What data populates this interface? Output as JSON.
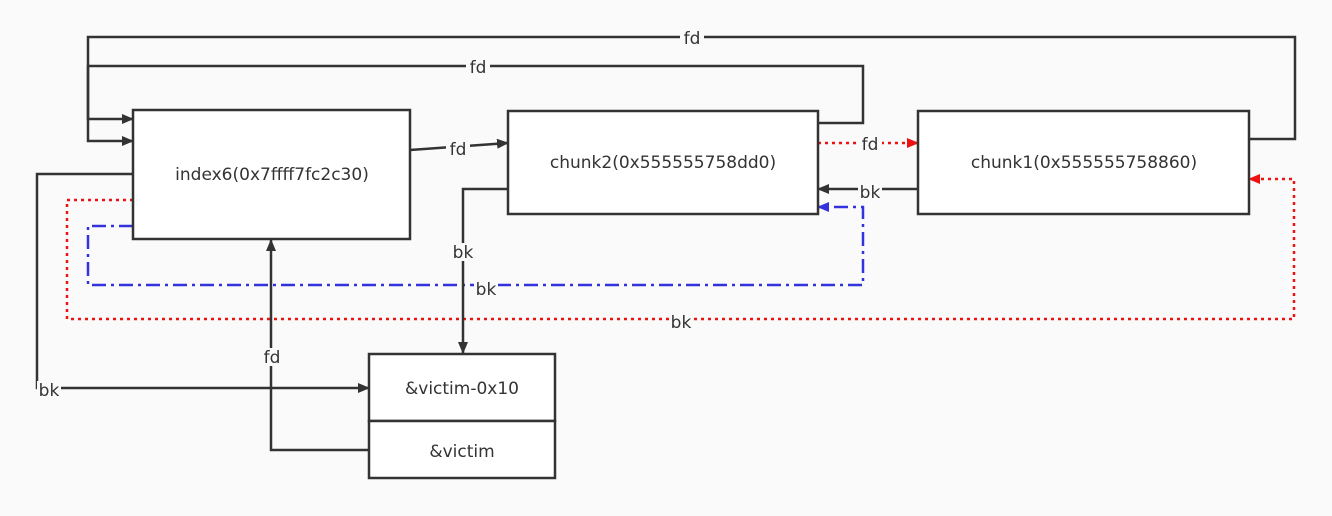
{
  "nodes": {
    "index6": "index6(0x7ffff7fc2c30)",
    "chunk2": "chunk2(0x555555758dd0)",
    "chunk1": "chunk1(0x555555758860)",
    "victim_minus": "&victim-0x10",
    "victim": "&victim"
  },
  "edge_labels": {
    "fd_outer": "fd",
    "fd_mid": "fd",
    "fd_index6_chunk2": "fd",
    "fd_chunk2_chunk1": "fd",
    "bk_chunk1_chunk2": "bk",
    "bk_chunk2_victim": "bk",
    "bk_blue": "bk",
    "bk_red": "bk",
    "fd_victim_index6": "fd",
    "bk_index6_victim": "bk"
  },
  "colors": {
    "stroke": "#333333",
    "red": "#ee1111",
    "blue": "#3333dd"
  }
}
